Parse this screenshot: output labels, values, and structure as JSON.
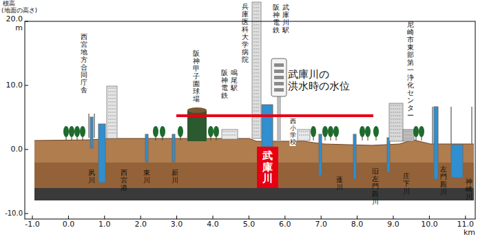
{
  "diagram": {
    "nodes": [
      {
        "text": [
          "武庫川"
        ]
      }
    ],
    "labels": [
      "標高",
      "(地面の高さ)",
      "20.0",
      "m",
      "10.0",
      "0.0",
      "-10.0",
      "-1.0",
      "0.0",
      "1.0",
      "2.0",
      "3.0",
      "4.0",
      "5.0",
      "6.0",
      "7.0",
      "8.0",
      "9.0",
      "10.0",
      "11.0",
      "km",
      "西宮地方合同庁舎",
      "阪神甲子園球場",
      "阪神電鉄 鳴尾駅",
      "兵庫医科大学病院",
      "阪神電鉄 武庫川駅",
      "西小学校",
      "尼崎市東部第一浄化センター",
      "武庫川の 洪水時の水位",
      "夙川",
      "西宮港",
      "東川",
      "新川",
      "蓬川",
      "旧左門殿川",
      "庄下川",
      "左門殿川",
      "神崎川"
    ]
  }
}
